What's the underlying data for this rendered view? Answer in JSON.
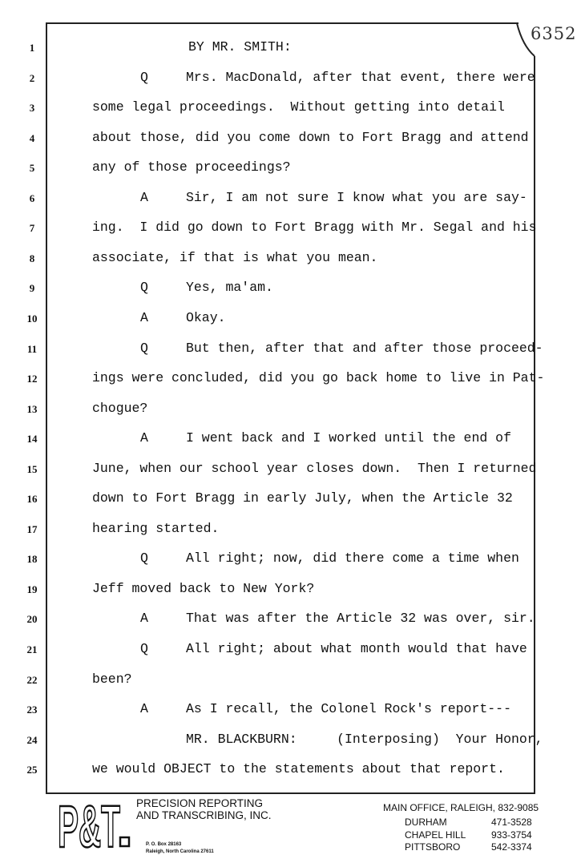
{
  "page_number": "6352",
  "lines": [
    {
      "n": "1",
      "marker": "",
      "text": "BY MR. SMITH:",
      "indent": "heading"
    },
    {
      "n": "2",
      "marker": "Q",
      "text": "Mrs. MacDonald, after that event, there were",
      "indent": "q"
    },
    {
      "n": "3",
      "marker": "",
      "text": "some legal proceedings.  Without getting into detail",
      "indent": "cont"
    },
    {
      "n": "4",
      "marker": "",
      "text": "about those, did you come down to Fort Bragg and attend",
      "indent": "cont"
    },
    {
      "n": "5",
      "marker": "",
      "text": "any of those proceedings?",
      "indent": "cont"
    },
    {
      "n": "6",
      "marker": "A",
      "text": "Sir, I am not sure I know what you are say-",
      "indent": "q"
    },
    {
      "n": "7",
      "marker": "",
      "text": "ing.  I did go down to Fort Bragg with Mr. Segal and his",
      "indent": "cont"
    },
    {
      "n": "8",
      "marker": "",
      "text": "associate, if that is what you mean.",
      "indent": "cont"
    },
    {
      "n": "9",
      "marker": "Q",
      "text": "Yes, ma'am.",
      "indent": "q"
    },
    {
      "n": "10",
      "marker": "A",
      "text": "Okay.",
      "indent": "q"
    },
    {
      "n": "11",
      "marker": "Q",
      "text": "But then, after that and after those proceed-",
      "indent": "q"
    },
    {
      "n": "12",
      "marker": "",
      "text": "ings were concluded, did you go back home to live in Pat-",
      "indent": "cont"
    },
    {
      "n": "13",
      "marker": "",
      "text": "chogue?",
      "indent": "cont"
    },
    {
      "n": "14",
      "marker": "A",
      "text": "I went back and I worked until the end of",
      "indent": "q"
    },
    {
      "n": "15",
      "marker": "",
      "text": "June, when our school year closes down.  Then I returned",
      "indent": "cont"
    },
    {
      "n": "16",
      "marker": "",
      "text": "down to Fort Bragg in early July, when the Article 32",
      "indent": "cont"
    },
    {
      "n": "17",
      "marker": "",
      "text": "hearing started.",
      "indent": "cont"
    },
    {
      "n": "18",
      "marker": "Q",
      "text": "All right; now, did there come a time when",
      "indent": "q"
    },
    {
      "n": "19",
      "marker": "",
      "text": "Jeff moved back to New York?",
      "indent": "cont"
    },
    {
      "n": "20",
      "marker": "A",
      "text": "That was after the Article 32 was over, sir.",
      "indent": "q"
    },
    {
      "n": "21",
      "marker": "Q",
      "text": "All right; about what month would that have",
      "indent": "q"
    },
    {
      "n": "22",
      "marker": "",
      "text": "been?",
      "indent": "cont"
    },
    {
      "n": "23",
      "marker": "A",
      "text": "As I recall, the Colonel Rock's report---",
      "indent": "q"
    },
    {
      "n": "24",
      "marker": "",
      "text": "MR. BLACKBURN:     (Interposing)  Your Honor,",
      "indent": "heading"
    },
    {
      "n": "25",
      "marker": "",
      "text": "we would OBJECT to the statements about that report.",
      "indent": "cont"
    }
  ],
  "footer": {
    "logo": "P&T.",
    "company_line1": "PRECISION REPORTING",
    "company_line2": "AND TRANSCRIBING, INC.",
    "address_line1": "P. O. Box 28163",
    "address_line2": "Raleigh, North Carolina  27611",
    "main_office": "MAIN OFFICE, RALEIGH, 832-9085",
    "branches": [
      {
        "name": "DURHAM",
        "phone": "471-3528"
      },
      {
        "name": "CHAPEL HILL",
        "phone": "933-3754"
      },
      {
        "name": "PITTSBORO",
        "phone": "542-3374"
      }
    ]
  }
}
